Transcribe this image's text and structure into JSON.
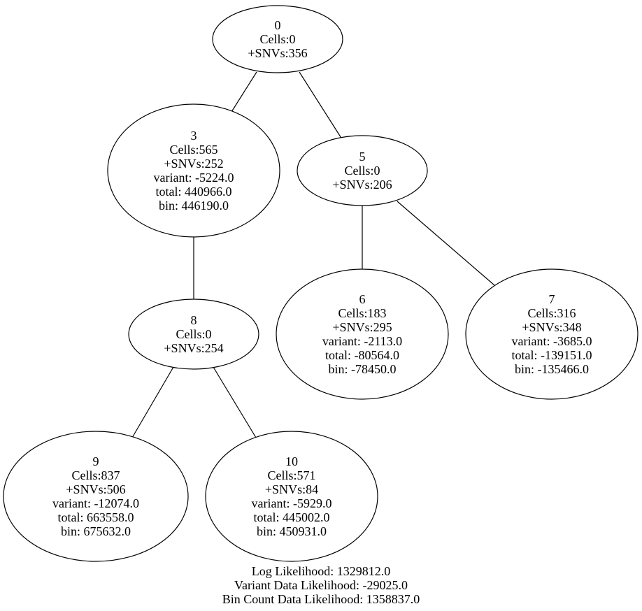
{
  "nodes": [
    {
      "id": "0",
      "lines": [
        "0",
        "Cells:0",
        "+SNVs:356"
      ]
    },
    {
      "id": "3",
      "lines": [
        "3",
        "Cells:565",
        "+SNVs:252",
        "variant: -5224.0",
        "total: 440966.0",
        "bin: 446190.0"
      ]
    },
    {
      "id": "5",
      "lines": [
        "5",
        "Cells:0",
        "+SNVs:206"
      ]
    },
    {
      "id": "8",
      "lines": [
        "8",
        "Cells:0",
        "+SNVs:254"
      ]
    },
    {
      "id": "6",
      "lines": [
        "6",
        "Cells:183",
        "+SNVs:295",
        "variant: -2113.0",
        "total: -80564.0",
        "bin: -78450.0"
      ]
    },
    {
      "id": "7",
      "lines": [
        "7",
        "Cells:316",
        "+SNVs:348",
        "variant: -3685.0",
        "total: -139151.0",
        "bin: -135466.0"
      ]
    },
    {
      "id": "9",
      "lines": [
        "9",
        "Cells:837",
        "+SNVs:506",
        "variant: -12074.0",
        "total: 663558.0",
        "bin: 675632.0"
      ]
    },
    {
      "id": "10",
      "lines": [
        "10",
        "Cells:571",
        "+SNVs:84",
        "variant: -5929.0",
        "total: 445002.0",
        "bin: 450931.0"
      ]
    }
  ],
  "edges": [
    {
      "from": "0",
      "to": "3"
    },
    {
      "from": "0",
      "to": "5"
    },
    {
      "from": "3",
      "to": "8"
    },
    {
      "from": "5",
      "to": "6"
    },
    {
      "from": "5",
      "to": "7"
    },
    {
      "from": "8",
      "to": "9"
    },
    {
      "from": "8",
      "to": "10"
    }
  ],
  "footer": [
    "Log Likelihood: 1329812.0",
    "Variant Data Likelihood: -29025.0",
    "Bin Count Data Likelihood: 1358837.0"
  ]
}
